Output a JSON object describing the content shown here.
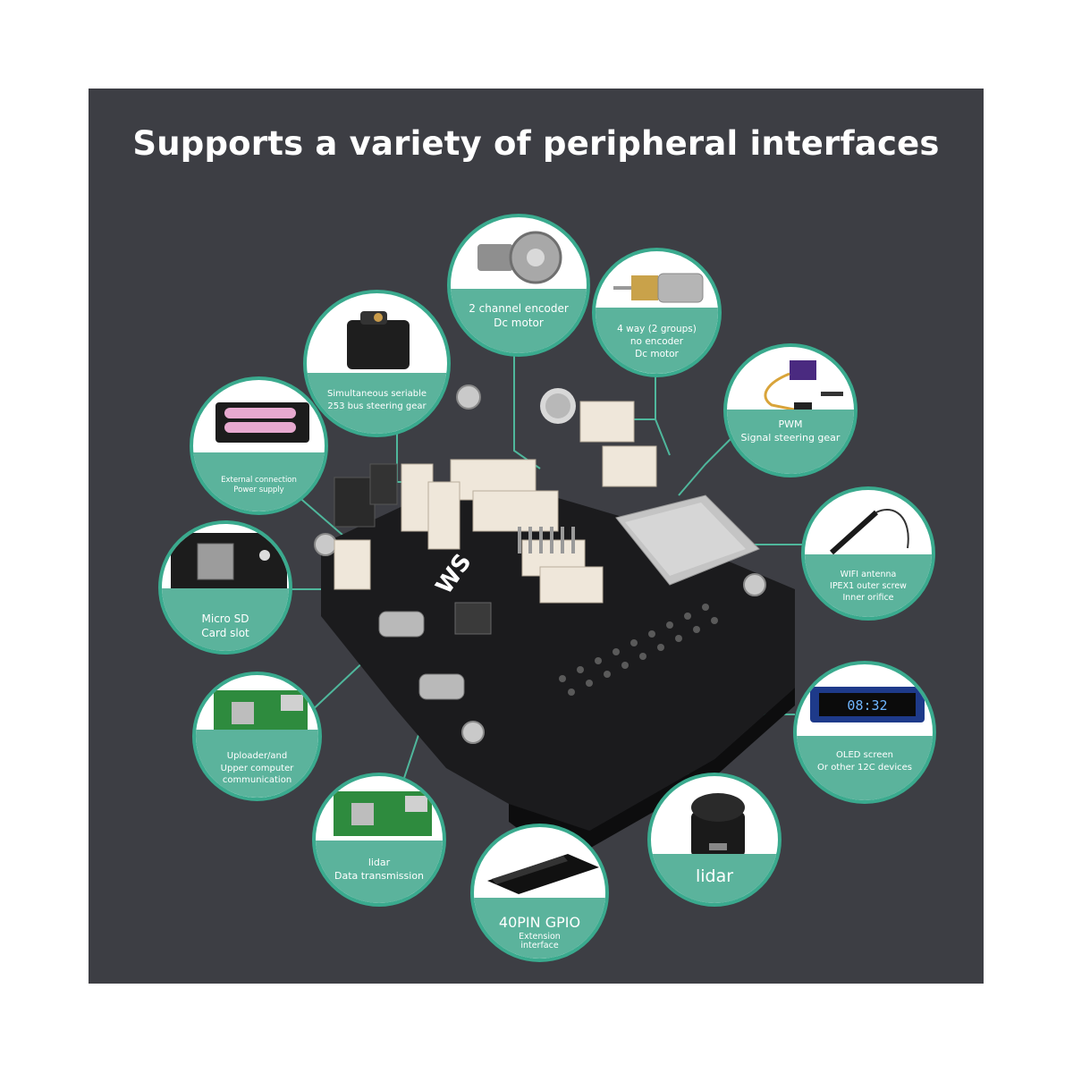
{
  "title": "Supports a variety of peripheral interfaces",
  "colors": {
    "background": "#3d3e44",
    "bubble_band": "#5bb39c",
    "bubble_border": "#3aaa8e",
    "wire": "#4fb79c",
    "board": "#1b1b1d"
  },
  "board": {
    "logo": "WS"
  },
  "callouts": {
    "encoder_motor": {
      "icon": "gear-motor-icon",
      "lines": [
        "2 channel encoder",
        "Dc motor"
      ]
    },
    "bus_servo": {
      "icon": "bus-servo-icon",
      "lines": [
        "Simultaneous seriable",
        "253 bus steering gear"
      ]
    },
    "n20_motor": {
      "icon": "n20-motor-icon",
      "lines": [
        "4 way (2 groups)",
        "no encoder",
        "Dc motor"
      ]
    },
    "pwm_servo": {
      "icon": "micro-servo-icon",
      "lines": [
        "PWM",
        "Signal steering gear"
      ]
    },
    "power": {
      "icon": "battery-holder-icon",
      "lines": [
        "External connection",
        "Power supply"
      ]
    },
    "sd_card": {
      "icon": "micro-sd-icon",
      "lines": [
        "Micro SD",
        "Card slot"
      ]
    },
    "wifi": {
      "icon": "antenna-icon",
      "lines": [
        "WIFI antenna",
        "IPEX1 outer screw",
        "Inner orifice"
      ]
    },
    "uploader": {
      "icon": "raspberry-pi-icon",
      "lines": [
        "Uploader/and",
        "Upper computer",
        "communication"
      ]
    },
    "oled": {
      "icon": "oled-screen-icon",
      "screen_text": "08:32",
      "lines": [
        "OLED screen",
        "Or other 12C devices"
      ]
    },
    "lidar_data": {
      "icon": "raspberry-pi-icon",
      "lines": [
        "lidar",
        "Data transmission"
      ]
    },
    "lidar": {
      "icon": "lidar-sensor-icon",
      "lines": [
        "lidar"
      ]
    },
    "gpio": {
      "icon": "gpio-header-icon",
      "lines": [
        "40PIN GPIO",
        "Extension",
        "interface"
      ]
    }
  }
}
